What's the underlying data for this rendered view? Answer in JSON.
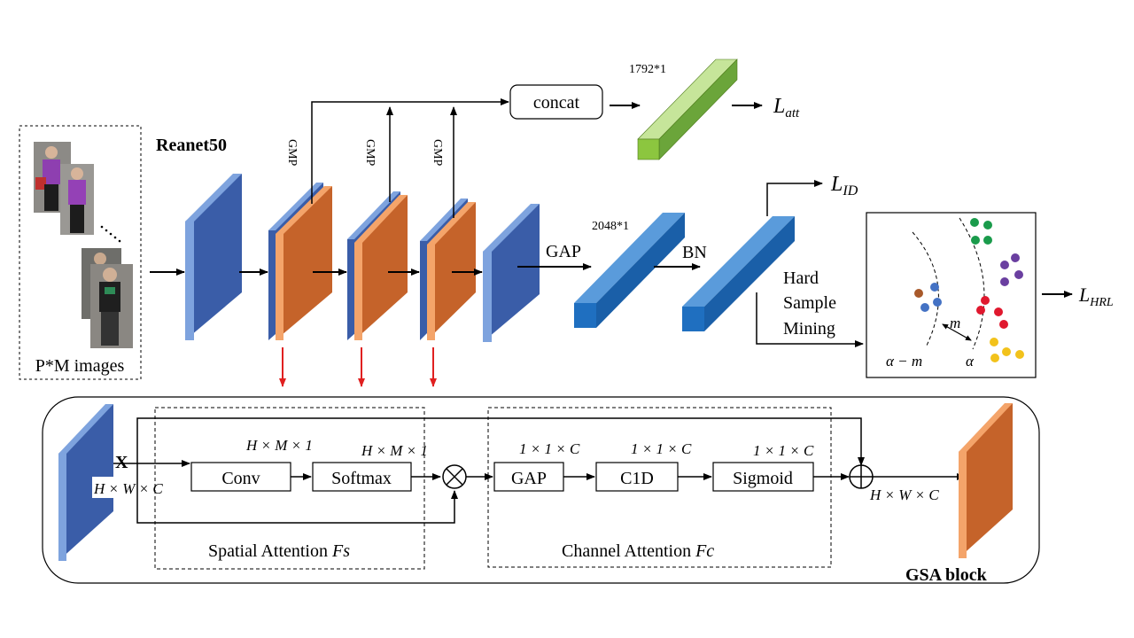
{
  "input": {
    "caption": "P*M images"
  },
  "backbone": {
    "title": "Reanet50",
    "pool_label": "GMP"
  },
  "top_branch": {
    "concat_label": "concat",
    "dim_label": "1792*1"
  },
  "mid_branch": {
    "gap_label": "GAP",
    "dim_label": "2048*1",
    "bn_label": "BN"
  },
  "hard_mining": {
    "line1": "Hard",
    "line2": "Sample",
    "line3": "Mining"
  },
  "losses": {
    "att": {
      "base": "L",
      "sub": "att"
    },
    "id": {
      "base": "L",
      "sub": "ID"
    },
    "hrl": {
      "base": "L",
      "sub": "HRL"
    }
  },
  "embedding": {
    "alpha_minus_m": "α − m",
    "alpha": "α",
    "margin": "m"
  },
  "gsa": {
    "title": "GSA block",
    "input_symbol": "X",
    "input_dims": "H × W × C",
    "output_dims": "H × W × C",
    "spatial": {
      "label": "Spatial Attention ",
      "symbol": "Fs",
      "conv_label": "Conv",
      "softmax_label": "Softmax",
      "conv_out_dims": "H × M × 1",
      "softmax_out_dims": "H × M × 1"
    },
    "channel": {
      "label": "Channel Attention ",
      "symbol": "Fc",
      "gap_label": "GAP",
      "c1d_label": "C1D",
      "sigmoid_label": "Sigmoid",
      "gap_dims": "1 × 1 × C",
      "c1d_dims": "1 × 1 × C",
      "sigmoid_dims": "1 × 1 × C"
    },
    "multiply_symbol": "⊗",
    "add_symbol": "⊕"
  },
  "colors": {
    "feature_blue": "#3A5DA8",
    "feature_blue_edge": "#7EA3DE",
    "feature_orange": "#C5632A",
    "feature_orange_edge": "#F4A46A",
    "vector_green": "#8CC63F",
    "vector_blue": "#1F6FC0",
    "arrow_red": "#E02020",
    "cluster_green": "#1A9B4B",
    "cluster_purple": "#6A3FA0",
    "cluster_red": "#E0182E",
    "cluster_yellow": "#F2C21B",
    "cluster_blue": "#4472C4",
    "cluster_brown": "#A8592A"
  }
}
